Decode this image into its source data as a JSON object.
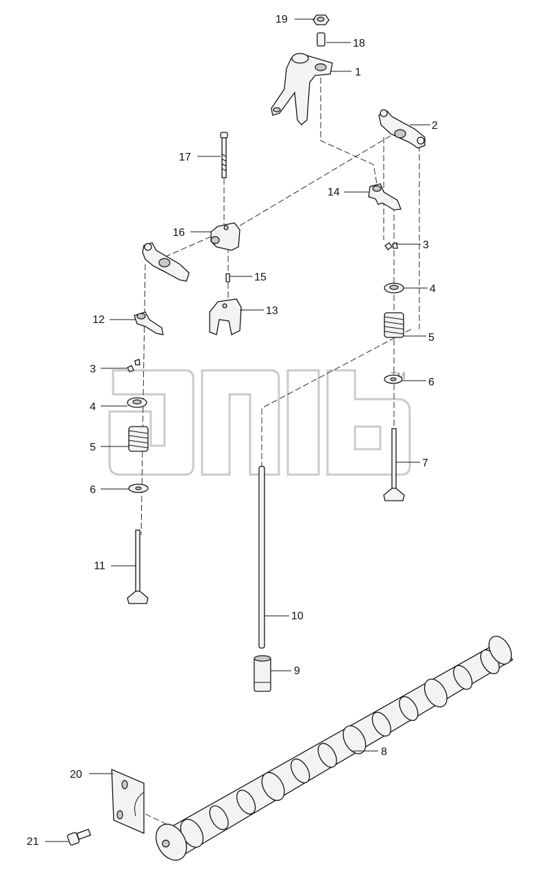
{
  "watermark": {
    "trademark": "TM"
  },
  "callouts": [
    {
      "id": "c19",
      "label": "19"
    },
    {
      "id": "c18",
      "label": "18"
    },
    {
      "id": "c1",
      "label": "1"
    },
    {
      "id": "c2",
      "label": "2"
    },
    {
      "id": "c17",
      "label": "17"
    },
    {
      "id": "c14",
      "label": "14"
    },
    {
      "id": "c16",
      "label": "16"
    },
    {
      "id": "c3a",
      "label": "3"
    },
    {
      "id": "c15",
      "label": "15"
    },
    {
      "id": "c4a",
      "label": "4"
    },
    {
      "id": "c13",
      "label": "13"
    },
    {
      "id": "c12",
      "label": "12"
    },
    {
      "id": "c5a",
      "label": "5"
    },
    {
      "id": "c3b",
      "label": "3"
    },
    {
      "id": "c6a",
      "label": "6"
    },
    {
      "id": "c4b",
      "label": "4"
    },
    {
      "id": "c5b",
      "label": "5"
    },
    {
      "id": "c7",
      "label": "7"
    },
    {
      "id": "c6b",
      "label": "6"
    },
    {
      "id": "c11",
      "label": "11"
    },
    {
      "id": "c10",
      "label": "10"
    },
    {
      "id": "c9",
      "label": "9"
    },
    {
      "id": "c8",
      "label": "8"
    },
    {
      "id": "c20",
      "label": "20"
    },
    {
      "id": "c21",
      "label": "21"
    }
  ]
}
